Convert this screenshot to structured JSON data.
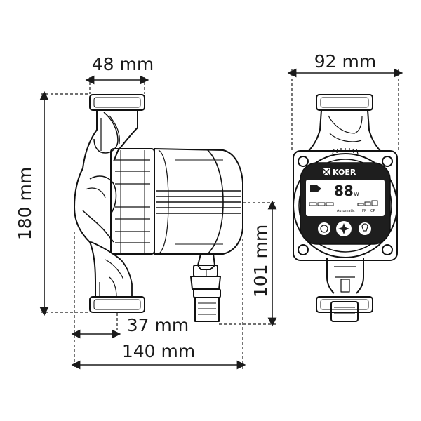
{
  "dimensions": {
    "top_width": "48 mm",
    "total_height": "180 mm",
    "connector_height": "101 mm",
    "offset_width": "37 mm",
    "total_length": "140 mm",
    "front_width": "92 mm"
  },
  "panel": {
    "brand": "KOER",
    "display_value": "88",
    "display_unit": "W",
    "mode_automatic": "Automatic",
    "mode_pp": "PP",
    "mode_cp": "CP"
  },
  "colors": {
    "line": "#111111",
    "dim_line": "#1a1a1a",
    "panel_dark": "#1e1e1e",
    "screen": "#ffffff"
  }
}
